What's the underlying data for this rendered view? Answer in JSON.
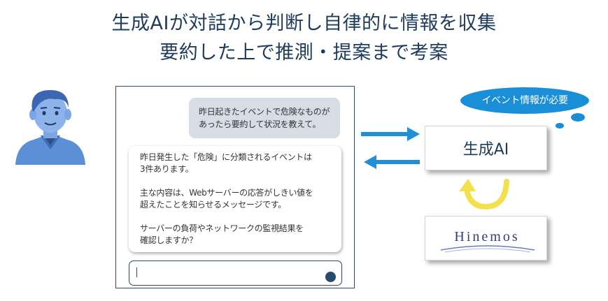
{
  "title": {
    "line1": "生成AIが対話から判断し自律的に情報を収集",
    "line2": "要約した上で推測・提案まで考案"
  },
  "chat": {
    "user_message": {
      "lines": [
        "昨日起きたイベントで危険なものが",
        "あったら要約して状況を教えて。"
      ]
    },
    "ai_message": {
      "paragraph1": [
        "昨日発生した「危険」に分類されるイベントは",
        "3件あります。"
      ],
      "paragraph2": [
        "主な内容は、Webサーバーの応答がしきい値を",
        "超えたことを知らせるメッセージです。"
      ],
      "paragraph3": [
        "サーバーの負荷やネットワークの監視結果を",
        "確認しますか？"
      ]
    },
    "input_value": ""
  },
  "nodes": {
    "ai_label": "生成AI",
    "hinemos_label": "Hinemos"
  },
  "thought_bubble": {
    "text": "イベント情報が必要"
  },
  "colors": {
    "title": "#1e3b5c",
    "arrow_blue": "#1f8fd6",
    "loop_yellow": "#f4e04d",
    "thought_blue": "#1a8fd8",
    "user_bubble_bg": "#d6dde4",
    "border_dark": "#2c4a68",
    "avatar_blue": "#5b8fd6"
  },
  "icons": {
    "avatar": "user-avatar-icon",
    "send": "send-button-icon",
    "arrow_right": "arrow-right-icon",
    "arrow_left": "arrow-left-icon",
    "loop": "loop-arrow-icon",
    "thought": "thought-cloud-icon"
  }
}
